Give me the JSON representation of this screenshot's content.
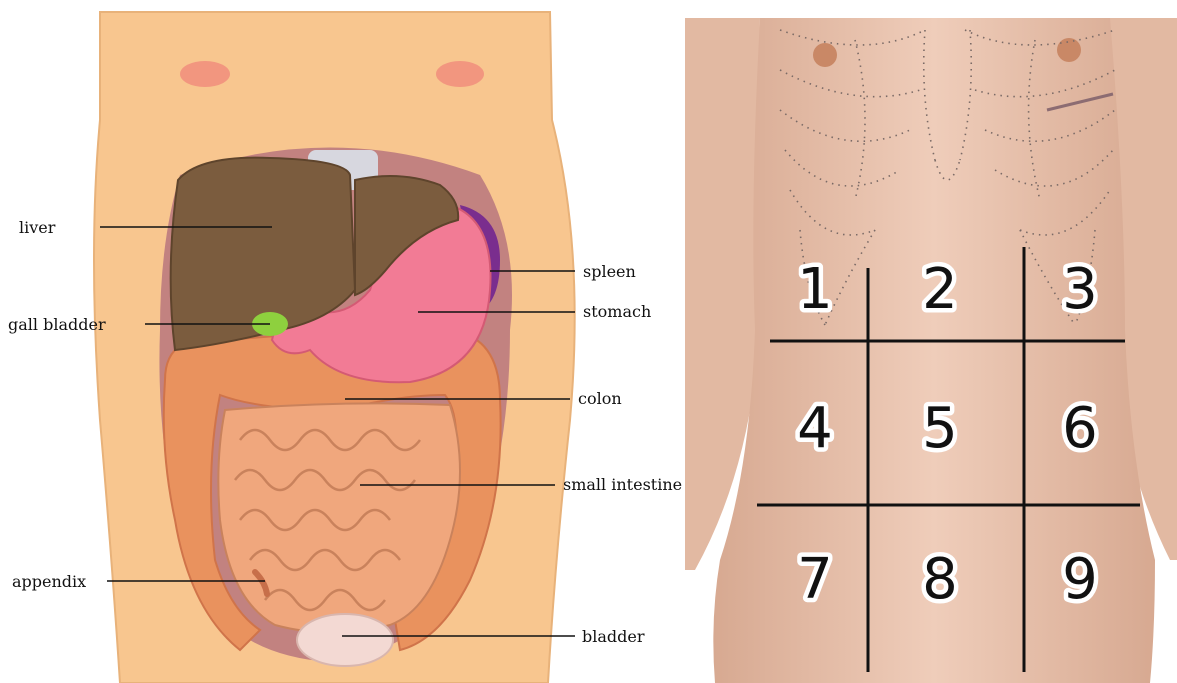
{
  "labels": {
    "liver": "liver",
    "gall_bladder": "gall bladder",
    "spleen": "spleen",
    "stomach": "stomach",
    "colon": "colon",
    "small_intestine": "small intestine",
    "appendix": "appendix",
    "bladder": "bladder"
  },
  "regions": [
    "1",
    "2",
    "3",
    "4",
    "5",
    "6",
    "7",
    "8",
    "9"
  ],
  "colors": {
    "skin_illustration": "#F8C68F",
    "liver": "#7B5C3E",
    "stomach": "#F27B95",
    "spleen": "#7A2E8E",
    "gall_bladder": "#8ED03E",
    "intestine": "#F0A77D",
    "colon": "#E9925E",
    "bladder": "#F3D9D3",
    "photo_skin": "#E8C3AE"
  }
}
